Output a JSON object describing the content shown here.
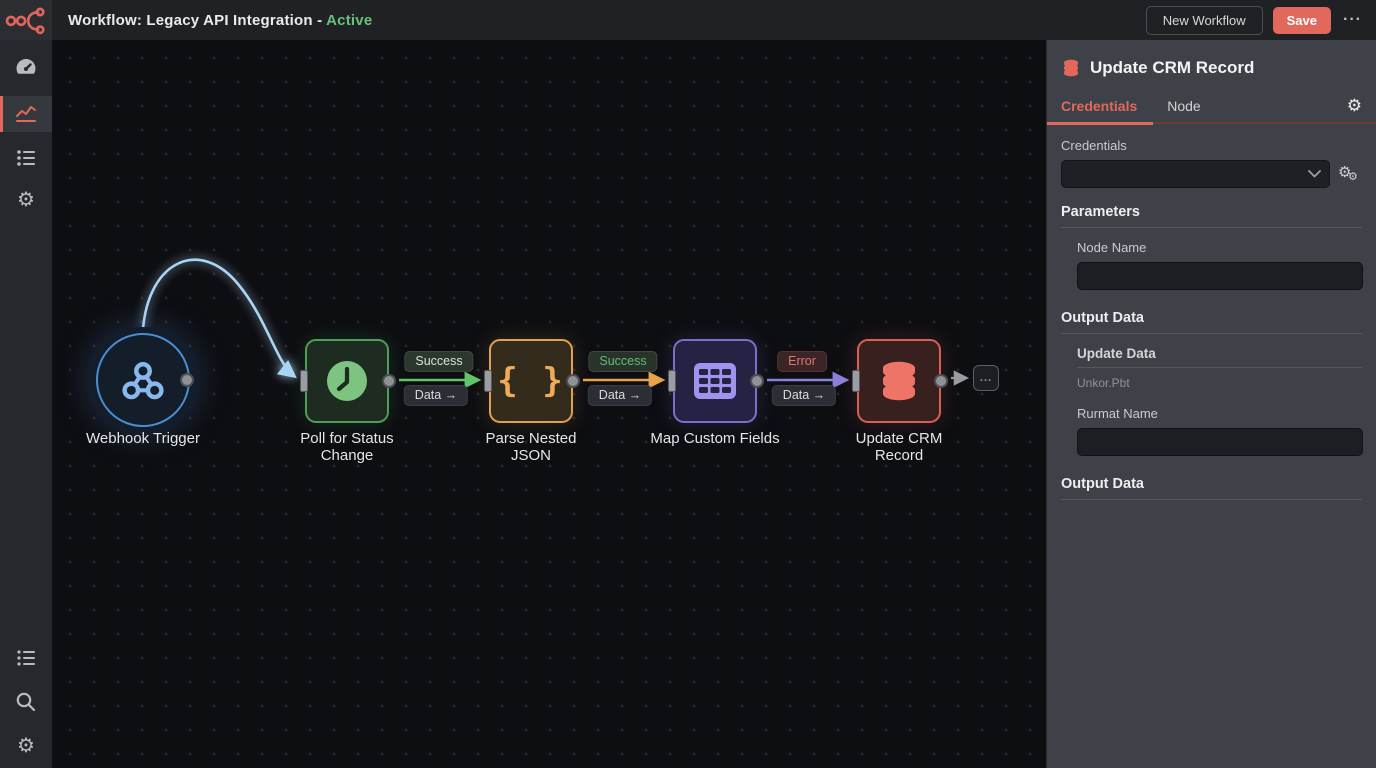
{
  "header": {
    "title_prefix": "Workflow: Legacy API Integration - ",
    "status": "Active",
    "new_workflow_label": "New Workflow",
    "save_label": "Save",
    "menu_label": "···",
    "logo_icon": "n8n-style-nodes-logo",
    "accent_color": "#e2685c",
    "status_color": "#67c27a"
  },
  "sidebar": {
    "top_items": [
      {
        "icon": "dashboard-gauge-icon",
        "active": false
      },
      {
        "icon": "analytics-chart-icon",
        "active": true
      },
      {
        "icon": "workflow-list-icon",
        "active": false
      },
      {
        "icon": "gear-icon",
        "active": false
      }
    ],
    "bottom_items": [
      {
        "icon": "menu-list-icon"
      },
      {
        "icon": "search-icon"
      },
      {
        "icon": "gear-icon"
      }
    ]
  },
  "canvas": {
    "nodes": [
      {
        "id": "webhook",
        "label": "Webhook Trigger",
        "icon": "webhook-icon",
        "shape": "circle",
        "color": "#4a8fd4"
      },
      {
        "id": "poll",
        "label": "Poll for Status Change",
        "icon": "clock-icon",
        "shape": "square",
        "color": "#4f9e58"
      },
      {
        "id": "parse",
        "label": "Parse Nested JSON",
        "icon": "curly-braces-icon",
        "shape": "square",
        "color": "#e2a050",
        "glyph": "{ }"
      },
      {
        "id": "map",
        "label": "Map Custom Fields",
        "icon": "table-grid-icon",
        "shape": "square",
        "color": "#7a70cc"
      },
      {
        "id": "update",
        "label": "Update CRM Record",
        "icon": "database-icon",
        "shape": "square",
        "color": "#d95f55"
      },
      {
        "id": "add-next",
        "label": "...",
        "icon": "ellipsis-placeholder",
        "shape": "small-square",
        "color": "#5a5d62"
      }
    ],
    "connections": [
      {
        "from": "webhook",
        "to": "poll",
        "color": "#a9d6f5",
        "label_top": "",
        "label_bottom": ""
      },
      {
        "from": "poll",
        "to": "parse",
        "color": "#62c46a",
        "label_top": "Success",
        "label_bottom": "Data →"
      },
      {
        "from": "parse",
        "to": "map",
        "color": "#e8a34a",
        "label_top": "Success",
        "label_bottom": "Data →"
      },
      {
        "from": "map",
        "to": "update",
        "color": "#8b80d8",
        "label_top": "Error",
        "label_bottom": "Data →"
      },
      {
        "from": "update",
        "to": "add-next",
        "color": "#9a9da1",
        "label_top": "",
        "label_bottom": ""
      }
    ]
  },
  "panel": {
    "title": "Update CRM Record",
    "title_icon": "database-icon",
    "tabs": [
      {
        "label": "Credentials",
        "active": true
      },
      {
        "label": "Node",
        "active": false
      }
    ],
    "gear_icon": "gear-icon",
    "credentials_label": "Credentials",
    "credentials_value": "",
    "parameters_heading": "Parameters",
    "node_name_label": "Node Name",
    "node_name_value": "",
    "output_data_heading": "Output Data",
    "update_data_label": "Update Data",
    "update_data_value": "Unkor.Pbt",
    "format_name_label": "Rurmat Name",
    "format_name_value": "",
    "output_data_heading_2": "Output Data"
  },
  "colors": {
    "header_bg": "#1f2125",
    "sidebar_bg": "#26282d",
    "canvas_bg": "#0d0e12",
    "panel_bg": "#3e4147",
    "accent": "#e2685c",
    "success": "#67c27a",
    "error": "#e0766d"
  }
}
